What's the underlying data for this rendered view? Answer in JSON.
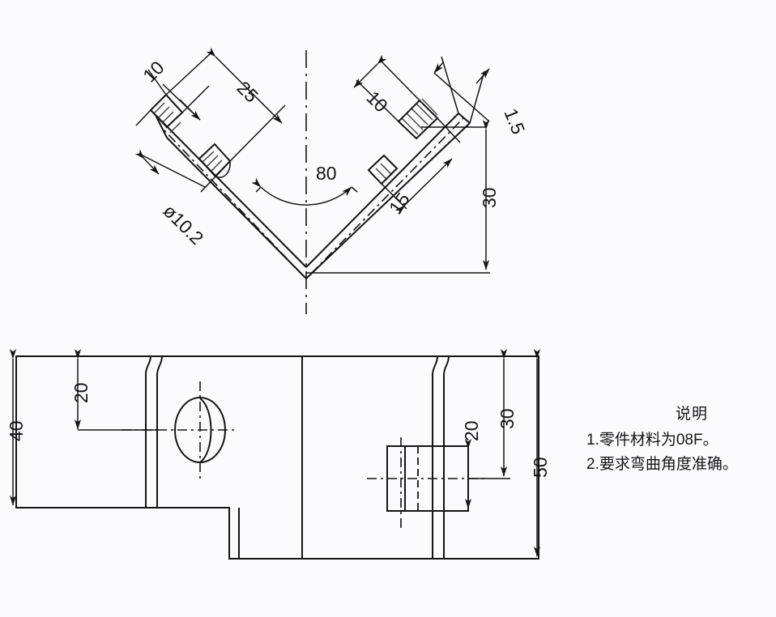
{
  "drawing": {
    "title": "bent sheet metal bracket drawing",
    "line_color": "#141418",
    "background_color": "#fbfafc",
    "top_view": {
      "name": "front-view-bent-v-shape",
      "angle_label": "80",
      "left_arm": {
        "end_width_label": "10",
        "length_label": "25",
        "hole_label": "ø10.2"
      },
      "right_arm": {
        "end_width_label": "10",
        "length_label": "15",
        "thickness_label": "1.5",
        "height_label": "30"
      }
    },
    "bottom_view": {
      "name": "development-flat-pattern-view",
      "left_height_label": "40",
      "left_offset_label": "20",
      "right_slot_label": "20",
      "right_mid_label": "30",
      "right_overall_label": "50"
    }
  },
  "notes": {
    "heading": "说明",
    "items": [
      "1.零件材料为08F。",
      "2.要求弯曲角度准确。"
    ]
  }
}
